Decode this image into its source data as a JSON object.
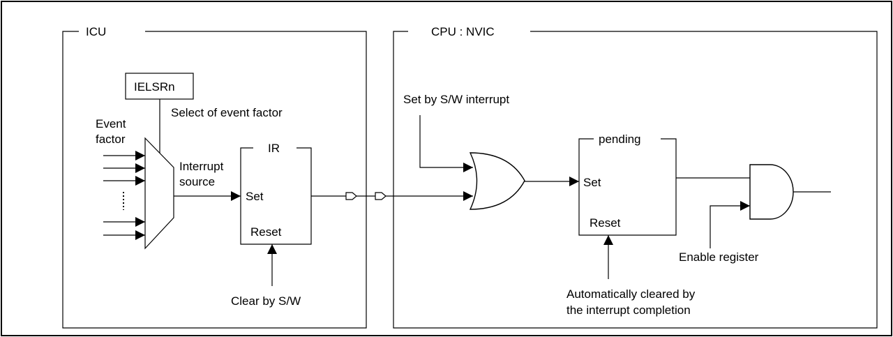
{
  "icu": {
    "title": "ICU",
    "ielsr_label": "IELSRn",
    "select_label": "Select of event factor",
    "event_factor": [
      "Event",
      "factor"
    ],
    "interrupt_source": [
      "Interrupt",
      "source"
    ],
    "ir": {
      "title": "IR",
      "set": "Set",
      "reset": "Reset"
    },
    "clear_label": "Clear by S/W"
  },
  "nvic": {
    "title": "CPU : NVIC",
    "sw_interrupt_label": "Set by S/W interrupt",
    "pending": {
      "title": "pending",
      "set": "Set",
      "reset": "Reset"
    },
    "enable_label": "Enable register",
    "auto_clear": [
      "Automatically cleared by",
      "the interrupt completion"
    ]
  }
}
